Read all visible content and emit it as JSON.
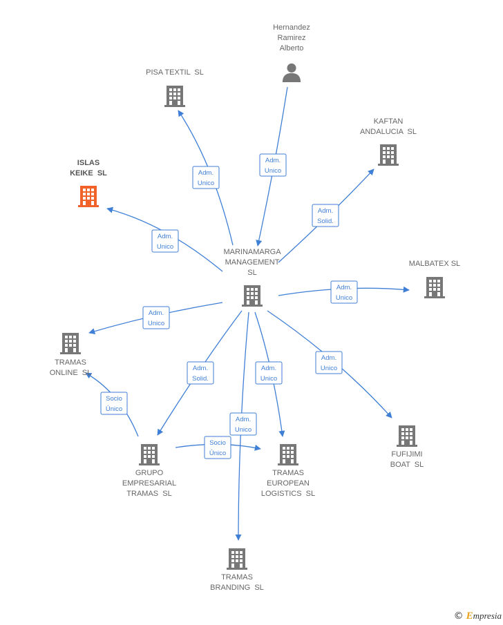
{
  "colors": {
    "edge": "#3f7fd6",
    "building": "#777777",
    "focus": "#f0622a",
    "person": "#777777"
  },
  "nodes": [
    {
      "id": "marinamarga",
      "label": [
        "MARINAMARGA",
        "MANAGEMENT",
        "SL"
      ],
      "icon": "building-icon"
    },
    {
      "id": "hernandez",
      "label": [
        "Hernandez",
        "Ramirez",
        "Alberto"
      ],
      "icon": "person-icon"
    },
    {
      "id": "pisa",
      "label": [
        "PISA TEXTIL  SL"
      ],
      "icon": "building-icon"
    },
    {
      "id": "islas",
      "label": [
        "ISLAS",
        "KEIKE  SL"
      ],
      "icon": "building-icon",
      "focus": true
    },
    {
      "id": "kaftan",
      "label": [
        "KAFTAN",
        "ANDALUCIA  SL"
      ],
      "icon": "building-icon"
    },
    {
      "id": "malbatex",
      "label": [
        "MALBATEX SL"
      ],
      "icon": "building-icon"
    },
    {
      "id": "tramas_online",
      "label": [
        "TRAMAS",
        "ONLINE  SL"
      ],
      "icon": "building-icon"
    },
    {
      "id": "grupo",
      "label": [
        "GRUPO",
        "EMPRESARIAL",
        "TRAMAS  SL"
      ],
      "icon": "building-icon"
    },
    {
      "id": "tramas_european",
      "label": [
        "TRAMAS",
        "EUROPEAN",
        "LOGISTICS  SL"
      ],
      "icon": "building-icon"
    },
    {
      "id": "fufijimi",
      "label": [
        "FUFIJIMI",
        "BOAT  SL"
      ],
      "icon": "building-icon"
    },
    {
      "id": "tramas_branding",
      "label": [
        "TRAMAS",
        "BRANDING  SL"
      ],
      "icon": "building-icon"
    }
  ],
  "edges": [
    {
      "from": "hernandez",
      "to": "marinamarga",
      "label": [
        "Adm.",
        "Unico"
      ]
    },
    {
      "from": "marinamarga",
      "to": "pisa",
      "label": [
        "Adm.",
        "Unico"
      ]
    },
    {
      "from": "marinamarga",
      "to": "islas",
      "label": [
        "Adm.",
        "Unico"
      ]
    },
    {
      "from": "marinamarga",
      "to": "kaftan",
      "label": [
        "Adm.",
        "Solid."
      ]
    },
    {
      "from": "marinamarga",
      "to": "malbatex",
      "label": [
        "Adm.",
        "Unico"
      ]
    },
    {
      "from": "marinamarga",
      "to": "tramas_online",
      "label": [
        "Adm.",
        "Unico"
      ]
    },
    {
      "from": "marinamarga",
      "to": "grupo",
      "label": [
        "Adm.",
        "Solid."
      ]
    },
    {
      "from": "marinamarga",
      "to": "tramas_european",
      "label": [
        "Adm.",
        "Unico"
      ]
    },
    {
      "from": "marinamarga",
      "to": "fufijimi",
      "label": [
        "Adm.",
        "Unico"
      ]
    },
    {
      "from": "marinamarga",
      "to": "tramas_branding",
      "label": [
        "Adm.",
        "Unico"
      ]
    },
    {
      "from": "grupo",
      "to": "tramas_online",
      "label": [
        "Socio",
        "Único"
      ]
    },
    {
      "from": "grupo",
      "to": "tramas_european",
      "label": [
        "Socio",
        "Único"
      ]
    }
  ],
  "watermark": {
    "symbol": "©",
    "brand_initial": "E",
    "brand_rest": "mpresia"
  }
}
